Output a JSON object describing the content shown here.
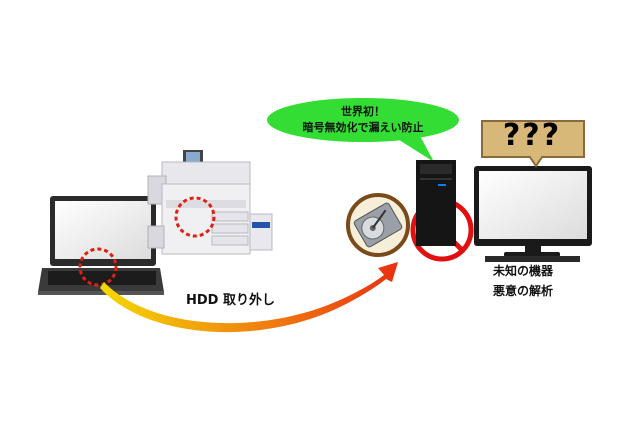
{
  "callout": {
    "line1": "世界初！",
    "line2": "暗号無効化で漏えい防止"
  },
  "unknown_mark": "???",
  "arrow_label": "HDD 取り外し",
  "device_labels": [
    "未知の機器",
    "悪意の解析"
  ],
  "colors": {
    "bubble_green": "#33dd33",
    "arrow_start": "#f5d800",
    "arrow_end": "#e83010",
    "dashed_circle": "#e02010",
    "prohibit_red": "#e01010",
    "speech_box": "#d8b878"
  }
}
